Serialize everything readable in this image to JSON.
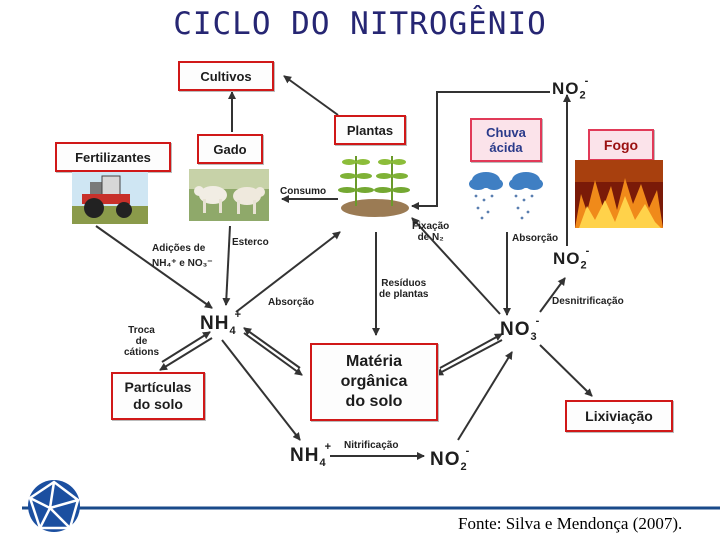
{
  "title": "CICLO DO NITROGÊNIO",
  "boxes": {
    "cultivos": "Cultivos",
    "plantas": "Plantas",
    "chuva_line1": "Chuva",
    "chuva_line2": "ácida",
    "fogo": "Fogo",
    "fertilizantes": "Fertilizantes",
    "gado": "Gado",
    "materia_line1": "Matéria",
    "materia_line2": "orgânica",
    "materia_line3": "do solo",
    "particulas_line1": "Partículas",
    "particulas_line2": "do solo",
    "lixiviacao": "Lixiviação"
  },
  "chemicals": {
    "no2_top": "NO",
    "no2_top_sub": "2",
    "no2_top_sup": "-",
    "no2_mid": "NO",
    "no2_mid_sub": "2",
    "no2_mid_sup": "-",
    "nh4_left": "NH",
    "nh4_left_sub": "4",
    "nh4_left_sup": "+",
    "no3": "NO",
    "no3_sub": "3",
    "no3_sup": "-",
    "nh4_bottom": "NH",
    "nh4_bottom_sub": "4",
    "nh4_bottom_sup": "+",
    "no2_bottom": "NO",
    "no2_bottom_sub": "2",
    "no2_bottom_sup": "-"
  },
  "labels": {
    "consumo": "Consumo",
    "esterco": "Esterco",
    "adicoes_line1": "Adições de",
    "adicoes_line2": "NH₄⁺ e NO₃⁻",
    "fixacao_line1": "Fixação",
    "fixacao_line2": "de N₂",
    "absorcao_right": "Absorção",
    "absorcao_left": "Absorção",
    "residuos_line1": "Resíduos",
    "residuos_line2": "de plantas",
    "desnitrificacao": "Desnitrificação",
    "troca_line1": "Troca",
    "troca_line2": "de",
    "troca_line3": "cátions",
    "nitrificacao": "Nitrificação"
  },
  "icons": [
    "tractor-icon",
    "cattle-icon",
    "plants-icon",
    "rain-cloud-icon",
    "fire-icon",
    "globe-logo-icon"
  ],
  "colors": {
    "title": "#262673",
    "box_border": "#d01818",
    "pink_box": "#fbe3ea",
    "arrow": "#333333"
  },
  "footer": "Fonte: Silva e Mendonça (2007)."
}
